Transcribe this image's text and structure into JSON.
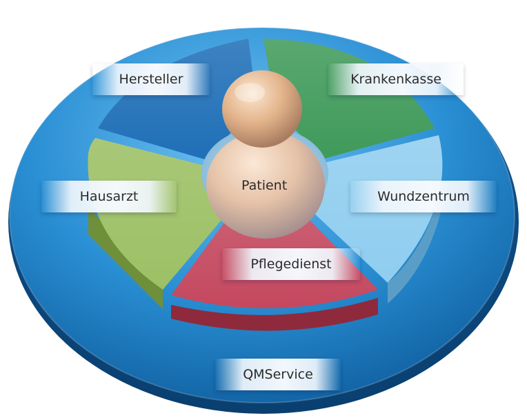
{
  "center": {
    "label": "Patient"
  },
  "segments": [
    {
      "key": "hersteller",
      "label": "Hersteller",
      "color": "#1f6fb7"
    },
    {
      "key": "krankenkasse",
      "label": "Krankenkasse",
      "color": "#3f9a5a"
    },
    {
      "key": "wundzentrum",
      "label": "Wundzentrum",
      "color": "#8fcdef"
    },
    {
      "key": "pflegedienst",
      "label": "Pflegedienst",
      "color": "#c4485f"
    },
    {
      "key": "hausarzt",
      "label": "Hausarzt",
      "color": "#9dc065"
    }
  ],
  "base": {
    "label": "QMService",
    "color": "#2a8fd4"
  }
}
